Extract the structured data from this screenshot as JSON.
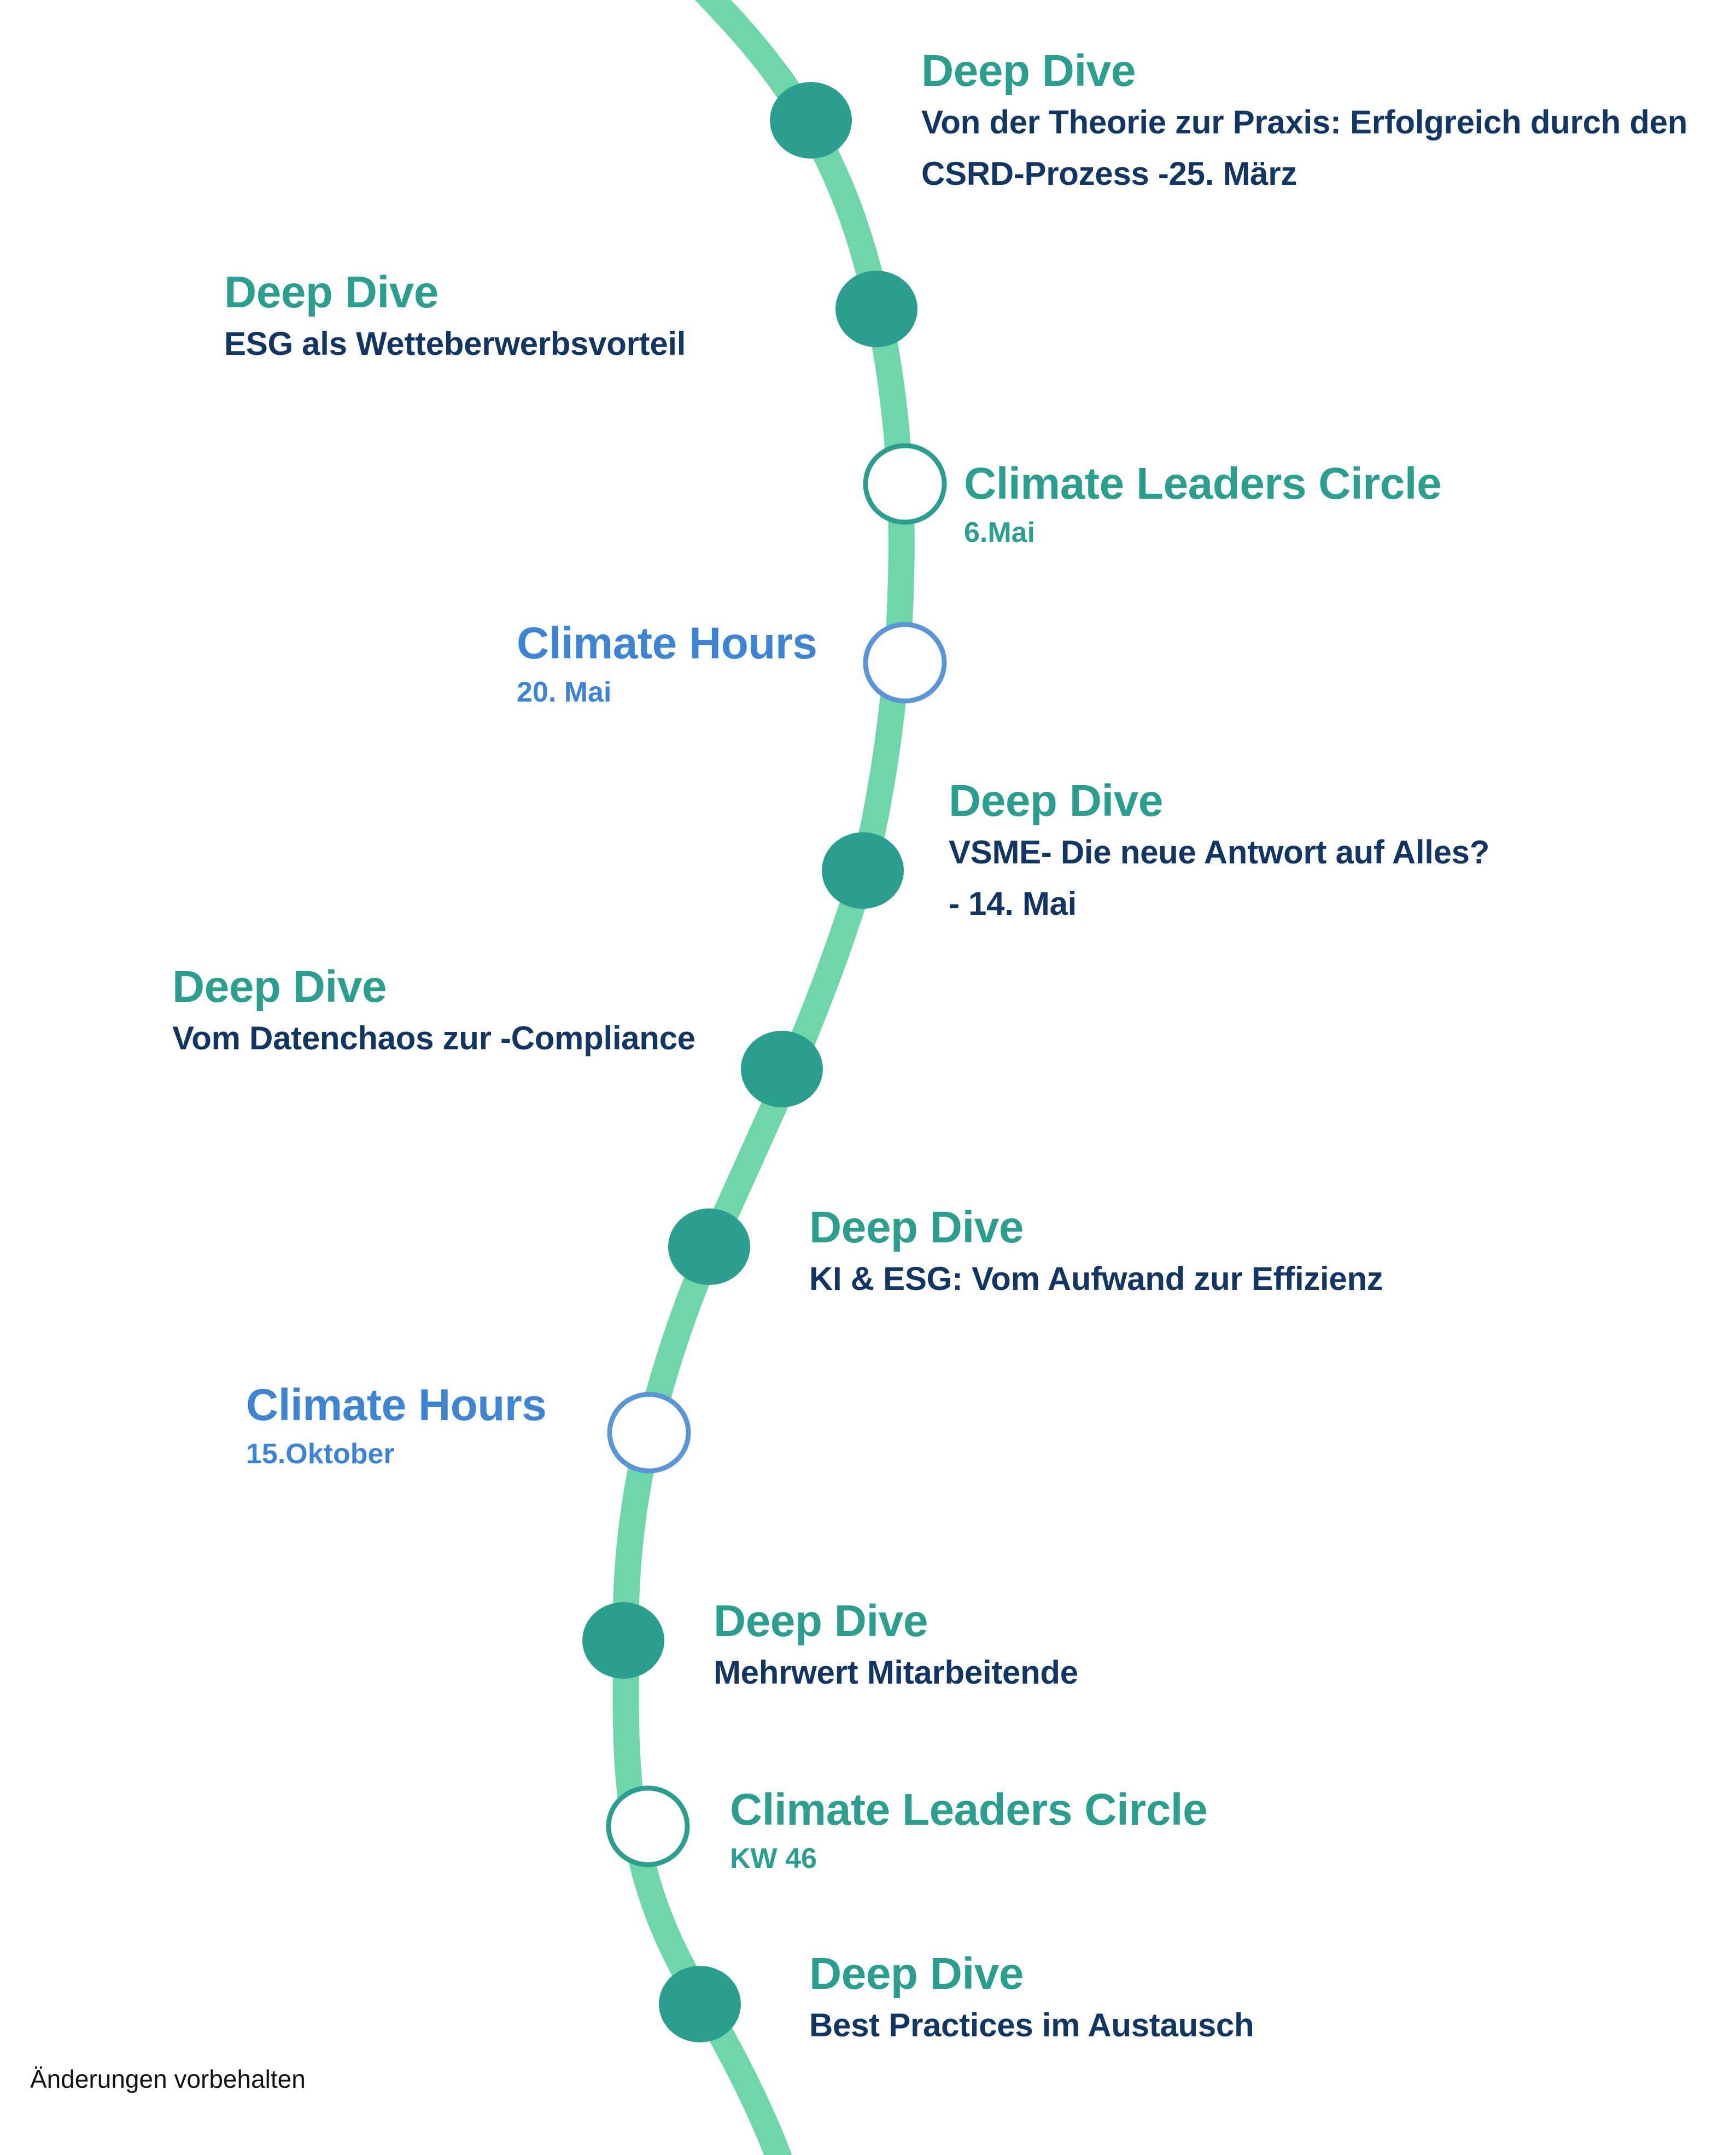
{
  "colors": {
    "path": "#6fd6a9",
    "milestone_fill": "#2c9e8f",
    "ring_teal": "#2c9e8f",
    "ring_blue": "#5b95d6",
    "title_teal": "#2c9e8f",
    "title_blue": "#3f84d2",
    "text_dark": "#123563"
  },
  "events": [
    {
      "title": "Deep Dive",
      "description": "Von der Theorie zur Praxis: Erfolgreich durch den CSRD-Prozess -25. März",
      "date": "",
      "marker": "filled"
    },
    {
      "title": "Deep Dive",
      "description": "ESG als Wetteberwerbsvorteil",
      "date": "",
      "marker": "filled"
    },
    {
      "title": "Climate Leaders Circle",
      "description": "",
      "date": "6.Mai",
      "marker": "ring-teal"
    },
    {
      "title": "Climate Hours",
      "description": "",
      "date": "20. Mai",
      "marker": "ring-blue"
    },
    {
      "title": "Deep Dive",
      "description": "VSME- Die neue Antwort auf Alles? - 14. Mai",
      "date": "",
      "marker": "filled"
    },
    {
      "title": "Deep Dive",
      "description": "Vom Datenchaos zur -Compliance",
      "date": "",
      "marker": "filled"
    },
    {
      "title": "Deep Dive",
      "description": "KI & ESG: Vom Aufwand zur Effizienz",
      "date": "",
      "marker": "filled"
    },
    {
      "title": "Climate Hours",
      "description": "",
      "date": "15.Oktober",
      "marker": "ring-blue"
    },
    {
      "title": "Deep Dive",
      "description": "Mehrwert Mitarbeitende",
      "date": "",
      "marker": "filled"
    },
    {
      "title": "Climate Leaders Circle",
      "description": "",
      "date": "KW 46",
      "marker": "ring-teal"
    },
    {
      "title": "Deep Dive",
      "description": "Best Practices im Austausch",
      "date": "",
      "marker": "filled"
    }
  ],
  "footnote": "Änderungen vorbehalten"
}
